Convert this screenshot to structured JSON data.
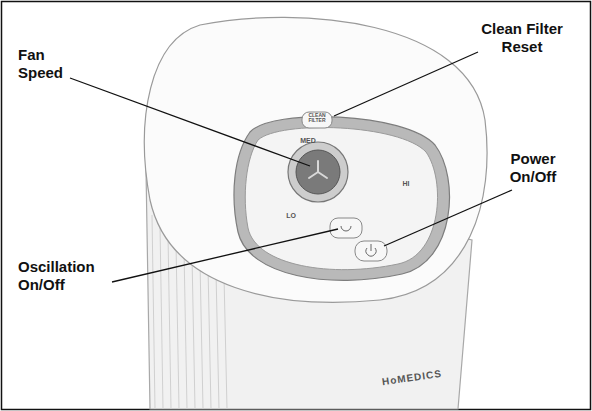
{
  "diagram": {
    "labels": [
      "Fan Speed",
      "Clean Filter Reset",
      "Power On/Off",
      "Oscillation On/Off",
      "CLEAN FILTER",
      "MED",
      "HI",
      "LO",
      "HoMEDICS"
    ]
  }
}
